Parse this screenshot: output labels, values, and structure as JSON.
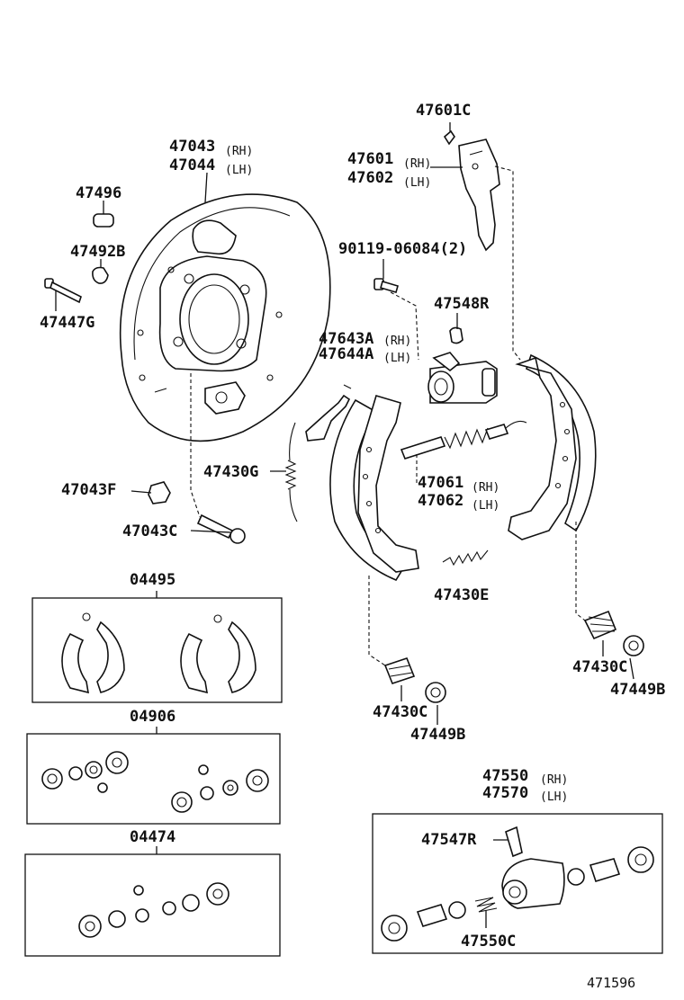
{
  "labels": {
    "p47601C": "47601C",
    "p47601": "47601",
    "p47602": "47602",
    "rh": "(RH)",
    "lh": "(LH)",
    "p47043": "47043",
    "p47044": "47044",
    "p47496": "47496",
    "p47492B": "47492B",
    "p47447G": "47447G",
    "p90119": "90119-06084(2)",
    "p47548R": "47548R",
    "p47643A": "47643A",
    "p47644A": "47644A",
    "p47430G": "47430G",
    "p47061": "47061",
    "p47062": "47062",
    "p47043F": "47043F",
    "p47043C": "47043C",
    "p47430E": "47430E",
    "p04495": "04495",
    "p47430C_right": "47430C",
    "p47449B_right": "47449B",
    "p47430C_mid": "47430C",
    "p04906": "04906",
    "p47449B_mid": "47449B",
    "p47550": "47550",
    "p47570": "47570",
    "p04474": "04474",
    "p47547R": "47547R",
    "p47550C": "47550C",
    "diagram_id": "471596"
  }
}
